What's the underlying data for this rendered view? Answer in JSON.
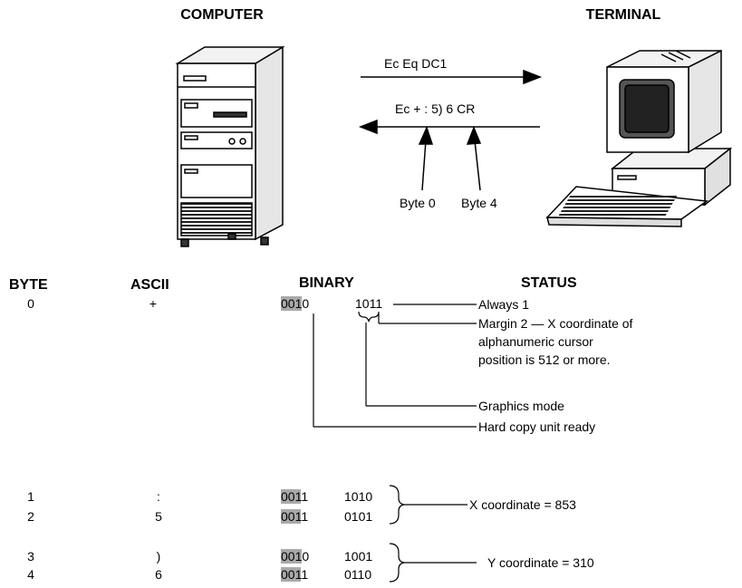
{
  "top": {
    "computer_label": "COMPUTER",
    "terminal_label": "TERMINAL",
    "message_to_terminal": "Ec Eq DC1",
    "message_to_computer": "Ec + : 5) 6 CR",
    "byte0_label": "Byte 0",
    "byte4_label": "Byte 4"
  },
  "headers": {
    "byte": "BYTE",
    "ascii": "ASCII",
    "binary": "BINARY",
    "status": "STATUS"
  },
  "rows": [
    {
      "byte": "0",
      "ascii": "+",
      "hi_shaded": "001",
      "hi_rest": "0",
      "lo": "1011"
    },
    {
      "byte": "1",
      "ascii": ":",
      "hi_shaded": "001",
      "hi_rest": "1",
      "lo": "1010"
    },
    {
      "byte": "2",
      "ascii": "5",
      "hi_shaded": "001",
      "hi_rest": "1",
      "lo": "0101"
    },
    {
      "byte": "3",
      "ascii": ")",
      "hi_shaded": "001",
      "hi_rest": "0",
      "lo": "1001"
    },
    {
      "byte": "4",
      "ascii": "6",
      "hi_shaded": "001",
      "hi_rest": "1",
      "lo": "0110"
    }
  ],
  "status": {
    "always_1": "Always 1",
    "margin2_line1": "Margin 2 — X coordinate of",
    "margin2_line2": "alphanumeric cursor",
    "margin2_line3": "position is 512 or more.",
    "graphics_mode": "Graphics mode",
    "hard_copy": "Hard copy unit ready",
    "x_coordinate": "X coordinate = 853",
    "y_coordinate": "Y coordinate = 310"
  }
}
